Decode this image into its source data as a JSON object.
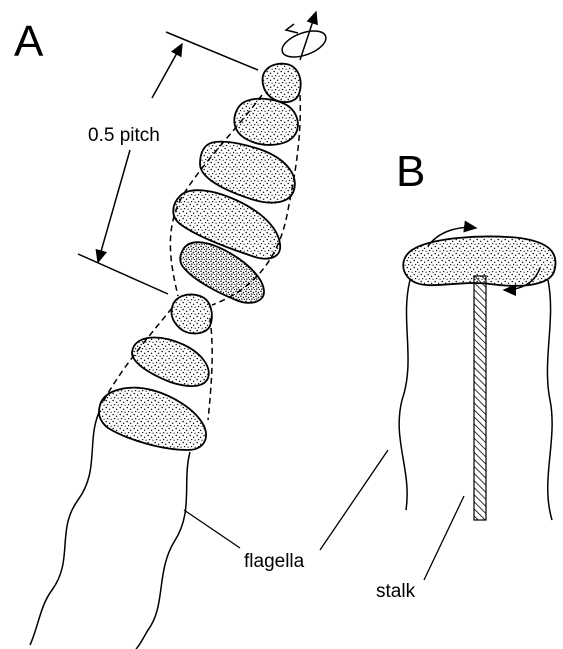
{
  "panel_a": {
    "letter": "A",
    "measure_label": "0.5 pitch",
    "flagella_label": "flagella"
  },
  "panel_b": {
    "letter": "B",
    "stalk_label": "stalk"
  },
  "colors": {
    "ink": "#000000",
    "background": "#ffffff"
  }
}
